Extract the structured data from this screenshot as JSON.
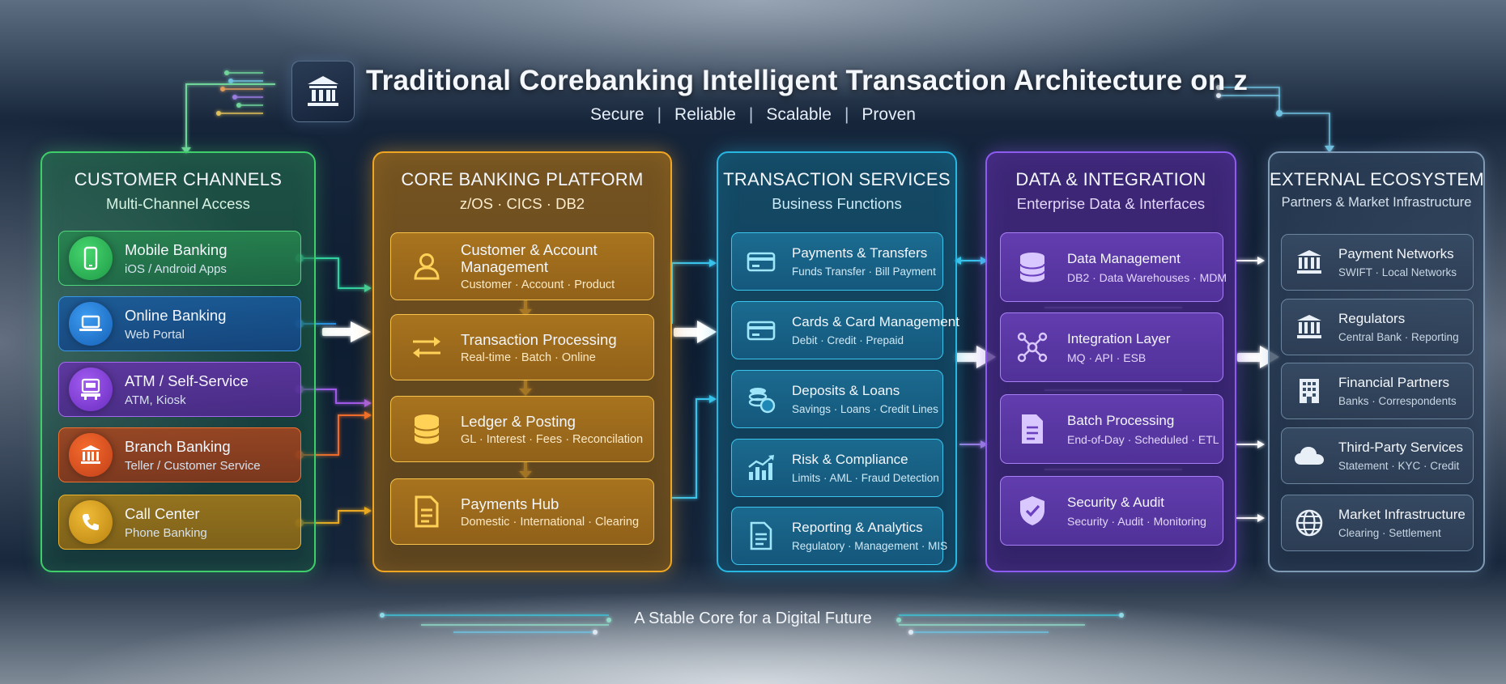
{
  "header": {
    "title": "Traditional Corebanking Intelligent Transaction Architecture on z",
    "tagline": [
      "Secure",
      "Reliable",
      "Scalable",
      "Proven"
    ],
    "tagline_separator": "|",
    "logo_icon": "bank-icon"
  },
  "columns": {
    "channels": {
      "title": "CUSTOMER CHANNELS",
      "subtitle": "Multi-Channel Access",
      "accent": "#3fcf6a",
      "items": [
        {
          "name": "Mobile Banking",
          "desc": "iOS / Android Apps",
          "icon": "mobile-phone-icon",
          "color": "#2fb85a"
        },
        {
          "name": "Online Banking",
          "desc": "Web Portal",
          "icon": "laptop-icon",
          "color": "#1e7fd6"
        },
        {
          "name": "ATM / Self-Service",
          "desc": "ATM, Kiosk",
          "icon": "atm-icon",
          "color": "#8a3fd8"
        },
        {
          "name": "Branch Banking",
          "desc": "Teller / Customer Service",
          "icon": "bank-icon",
          "color": "#e8551f"
        },
        {
          "name": "Call Center",
          "desc": "Phone Banking",
          "icon": "phone-icon",
          "color": "#d99a17"
        }
      ]
    },
    "core": {
      "title": "CORE BANKING PLATFORM",
      "subtitle": "z/OS · CICS · DB2",
      "accent": "#f0a622",
      "items": [
        {
          "name": "Customer & Account Management",
          "desc": "Customer · Account · Product",
          "icon": "user-icon"
        },
        {
          "name": "Transaction Processing",
          "desc": "Real-time · Batch · Online",
          "icon": "transfer-arrows-icon"
        },
        {
          "name": "Ledger & Posting",
          "desc": "GL · Interest · Fees · Reconcilation",
          "icon": "database-icon"
        },
        {
          "name": "Payments Hub",
          "desc": "Domestic · International · Clearing",
          "icon": "document-icon"
        }
      ]
    },
    "transactions": {
      "title": "TRANSACTION SERVICES",
      "subtitle": "Business Functions",
      "accent": "#28b7e2",
      "items": [
        {
          "name": "Payments & Transfers",
          "desc": "Funds Transfer · Bill Payment",
          "icon": "card-icon"
        },
        {
          "name": "Cards & Card Management",
          "desc": "Debit · Credit · Prepaid",
          "icon": "card-icon"
        },
        {
          "name": "Deposits & Loans",
          "desc": "Savings · Loans · Credit Lines",
          "icon": "coins-icon"
        },
        {
          "name": "Risk & Compliance",
          "desc": "Limits · AML · Fraud Detection",
          "icon": "chart-icon"
        },
        {
          "name": "Reporting & Analytics",
          "desc": "Regulatory · Management · MIS",
          "icon": "report-icon"
        }
      ]
    },
    "data": {
      "title": "DATA & INTEGRATION",
      "subtitle": "Enterprise Data & Interfaces",
      "accent": "#8d5bf0",
      "items": [
        {
          "name": "Data Management",
          "desc": "DB2 · Data Warehouses · MDM",
          "icon": "database-icon"
        },
        {
          "name": "Integration Layer",
          "desc": "MQ · API · ESB",
          "icon": "network-icon"
        },
        {
          "name": "Batch Processing",
          "desc": "End-of-Day · Scheduled · ETL",
          "icon": "document-icon"
        },
        {
          "name": "Security & Audit",
          "desc": "Security · Audit · Monitoring",
          "icon": "shield-icon"
        }
      ]
    },
    "external": {
      "title": "EXTERNAL ECOSYSTEM",
      "subtitle": "Partners & Market Infrastructure",
      "accent": "#7f9ab5",
      "items": [
        {
          "name": "Payment Networks",
          "desc": "SWIFT · Local Networks",
          "icon": "bank-icon"
        },
        {
          "name": "Regulators",
          "desc": "Central Bank · Reporting",
          "icon": "bank-icon"
        },
        {
          "name": "Financial Partners",
          "desc": "Banks · Correspondents",
          "icon": "building-icon"
        },
        {
          "name": "Third-Party Services",
          "desc": "Statement · KYC · Credit",
          "icon": "cloud-icon"
        },
        {
          "name": "Market Infrastructure",
          "desc": "Clearing · Settlement",
          "icon": "globe-icon"
        }
      ]
    }
  },
  "footer": {
    "text": "A Stable Core for a Digital Future"
  }
}
